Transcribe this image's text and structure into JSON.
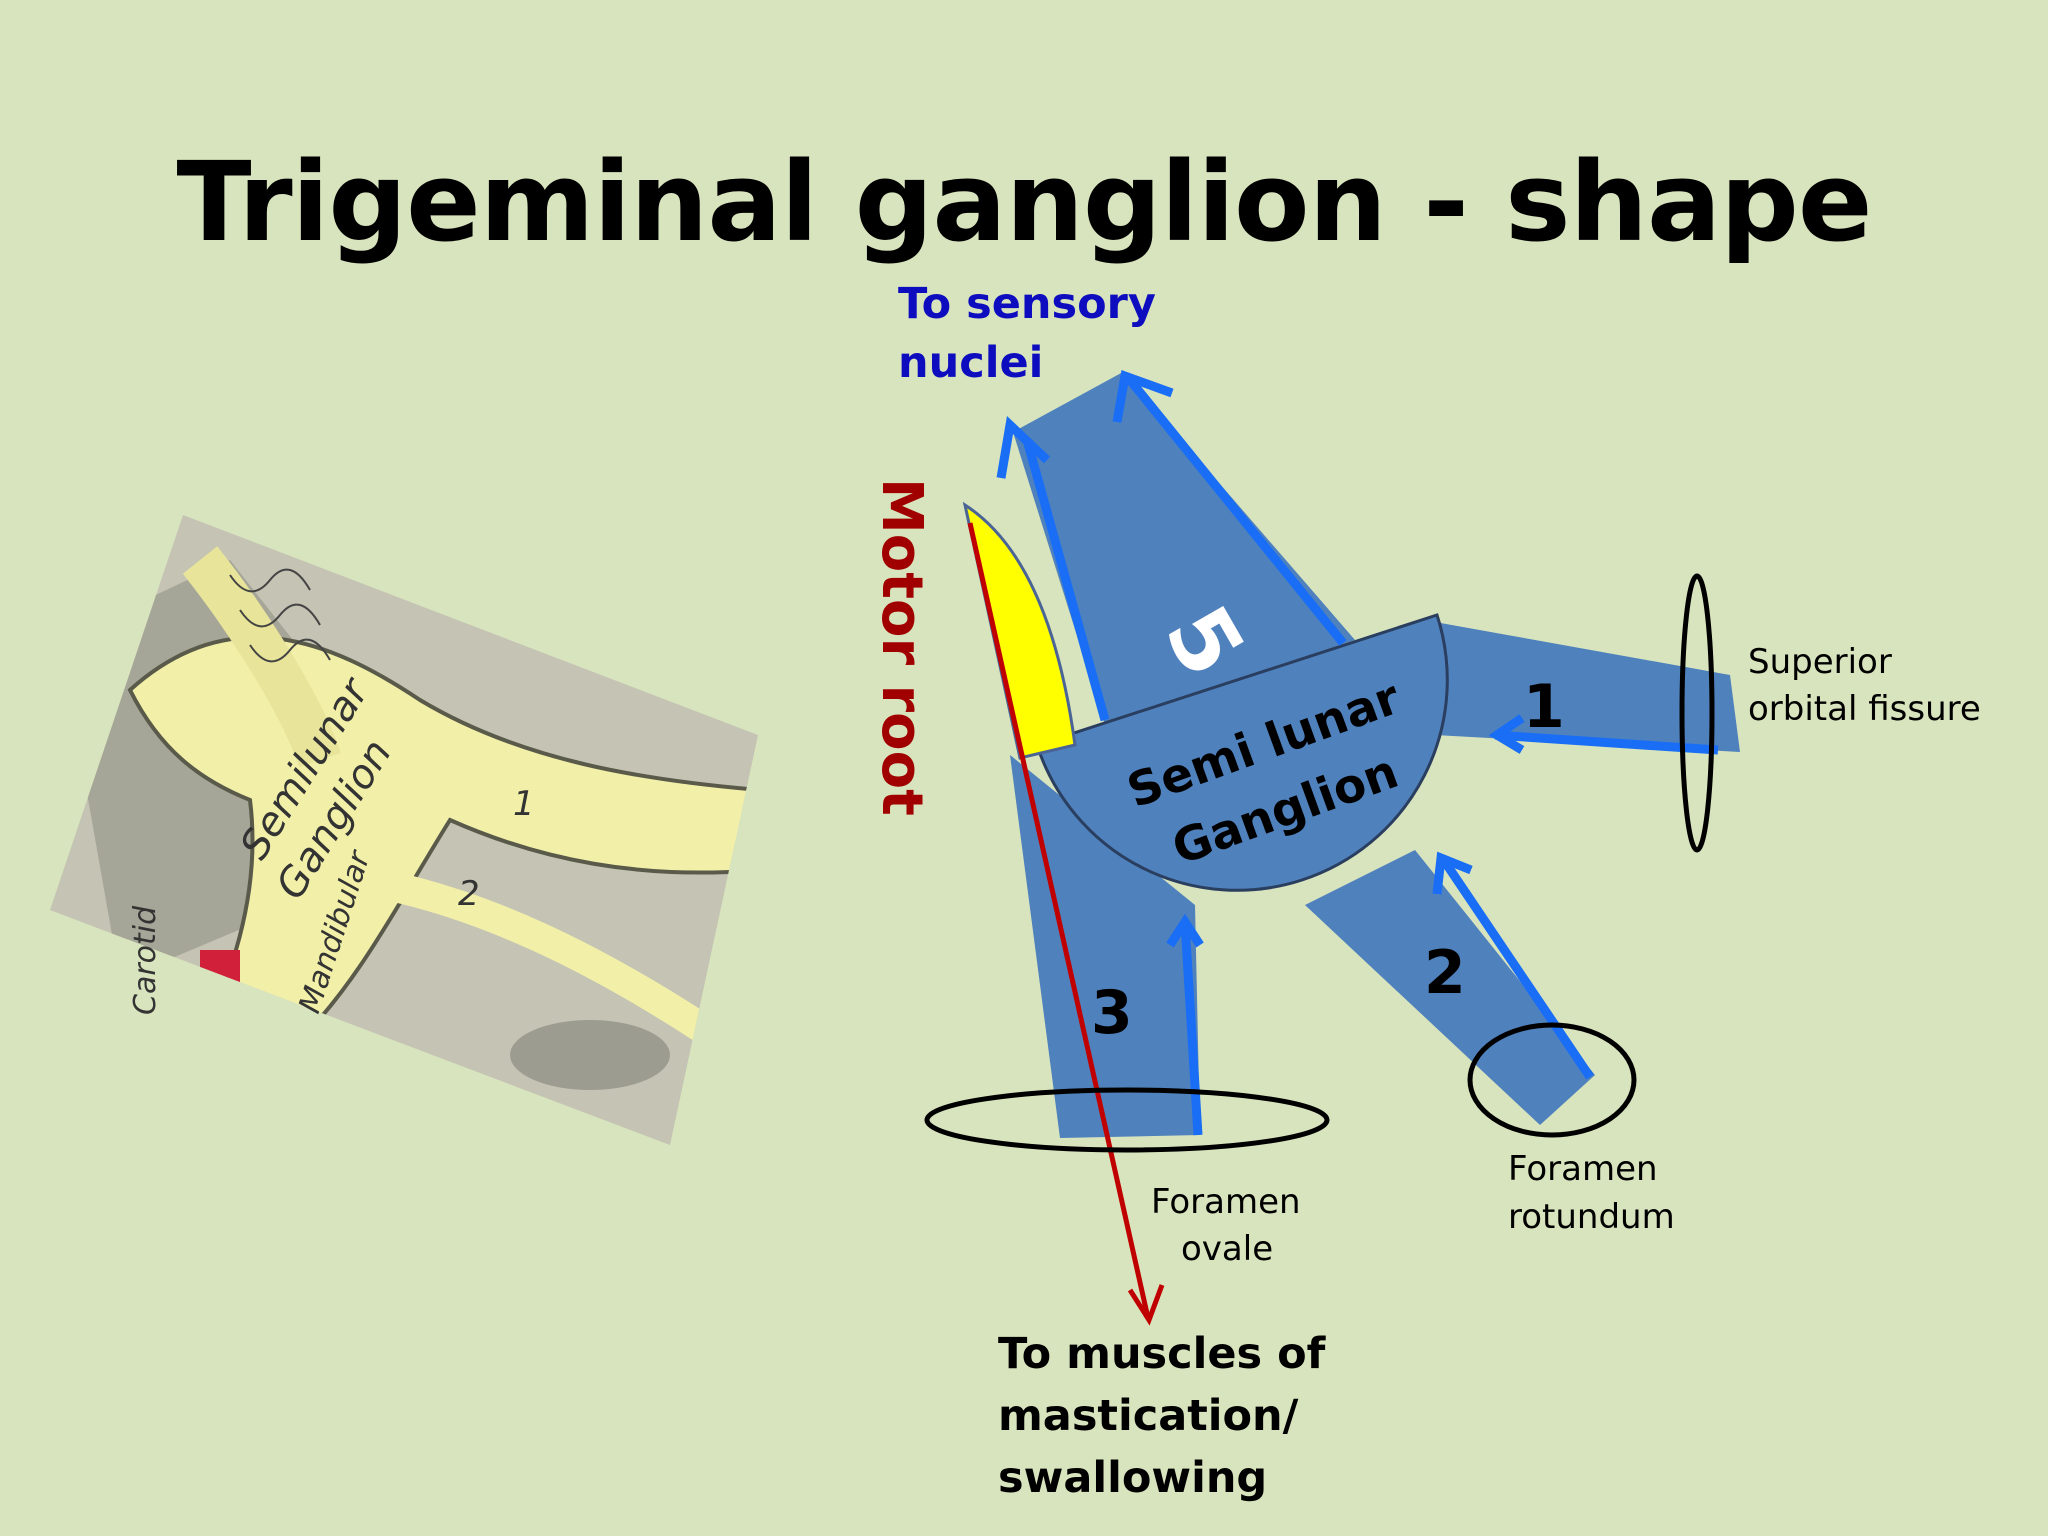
{
  "slide": {
    "title": "Trigeminal ganglion - shape"
  },
  "colors": {
    "background": "#d8e4bd",
    "nerve_fill": "#4f81bd",
    "arrow_blue": "#1a6ef5",
    "motor_red": "#c00000",
    "motor_root_fill": "#ffff00",
    "label_blue": "#0d0dbf",
    "label_dark_red": "#a00000"
  },
  "diagram": {
    "label_sensory": [
      "To sensory",
      "nuclei"
    ],
    "label_motor_root": "Motor root",
    "ganglion_label": [
      "Semi lunar",
      "Ganglion"
    ],
    "branch_root": "5",
    "branch_1": "1",
    "branch_2": "2",
    "branch_3": "3",
    "label_sof": [
      "Superior",
      "orbital fissure"
    ],
    "label_foramen_rotundum": [
      "Foramen",
      "rotundum"
    ],
    "label_foramen_ovale": [
      "Foramen",
      "ovale"
    ],
    "label_muscles": [
      "To muscles of",
      "mastication/",
      "swallowing"
    ]
  },
  "illustration": {
    "label_semilunar": "Semilunar",
    "label_ganglion": "Ganglion",
    "label_mandibular": "Mandibular",
    "label_branch_1": "1",
    "label_branch_2": "2",
    "label_carotid": "Carotid"
  }
}
